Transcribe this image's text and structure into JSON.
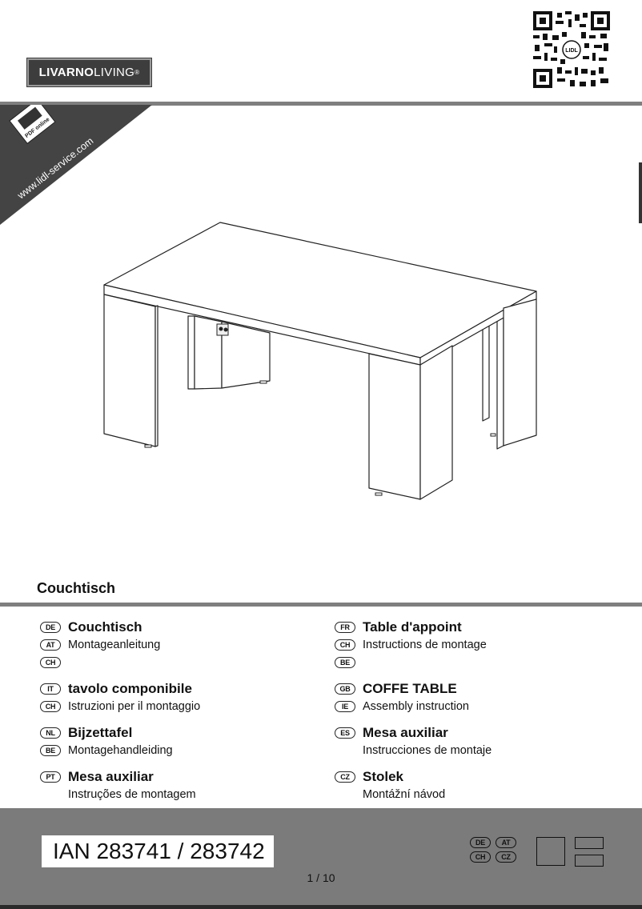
{
  "brand": {
    "bold": "LIVARNO",
    "light": "LIVING",
    "mark": "®"
  },
  "corner_banner": {
    "url": "www.lidl-service.com",
    "stamp": "PDF online"
  },
  "qr": {
    "center_text": "LIDL"
  },
  "product_title": "Couchtisch",
  "languages": [
    {
      "title_code": "DE",
      "title": "Couchtisch",
      "sub_code": "AT",
      "subtitle": "Montageanleitung",
      "extra_code": "CH"
    },
    {
      "title_code": "FR",
      "title": "Table d'appoint",
      "sub_code": "CH",
      "subtitle": "Instructions de montage",
      "extra_code": "BE"
    },
    {
      "title_code": "IT",
      "title": "tavolo componibile",
      "sub_code": "CH",
      "subtitle": "Istruzioni per il montaggio"
    },
    {
      "title_code": "GB",
      "title": "COFFE TABLE",
      "sub_code": "IE",
      "subtitle": "Assembly instruction"
    },
    {
      "title_code": "NL",
      "title": "Bijzettafel",
      "sub_code": "BE",
      "subtitle": "Montagehandleiding"
    },
    {
      "title_code": "ES",
      "title": "Mesa auxiliar",
      "subtitle": "Instrucciones de montaje"
    },
    {
      "title_code": "PT",
      "title": "Mesa auxiliar",
      "subtitle": "Instruções de montagem"
    },
    {
      "title_code": "CZ",
      "title": "Stolek",
      "subtitle": "Montážní návod"
    }
  ],
  "footer": {
    "ian": "IAN 283741 / 283742",
    "page": "1 / 10",
    "codes": [
      "DE",
      "AT",
      "CH",
      "CZ"
    ]
  },
  "colors": {
    "rule_gray": "#7f7f7f",
    "footer_gray": "#7b7b7b",
    "banner_dark": "#444444"
  }
}
